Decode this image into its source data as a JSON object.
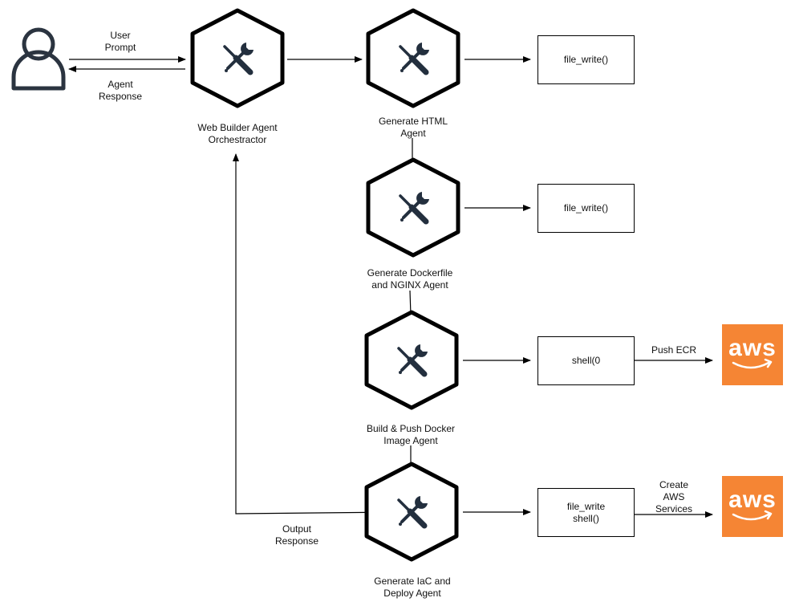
{
  "user": {
    "prompt_label": [
      "User",
      "Prompt"
    ],
    "response_label": [
      "Agent",
      "Response"
    ]
  },
  "agents": [
    {
      "id": "orchestrator",
      "label": [
        "Web Builder Agent",
        "Orchestractor"
      ]
    },
    {
      "id": "html",
      "label": [
        "Generate HTML",
        "Agent"
      ]
    },
    {
      "id": "dockerfile",
      "label": [
        "Generate Dockerfile",
        "and NGINX Agent"
      ]
    },
    {
      "id": "docker-push",
      "label": [
        "Build & Push Docker",
        "Image Agent"
      ]
    },
    {
      "id": "iac",
      "label": [
        "Generate IaC and",
        "Deploy Agent"
      ]
    }
  ],
  "tools": [
    {
      "lines": [
        "file_write()"
      ]
    },
    {
      "lines": [
        "file_write()"
      ]
    },
    {
      "lines": [
        "shell(0"
      ]
    },
    {
      "lines": [
        "file_write",
        "shell()"
      ]
    }
  ],
  "edges": {
    "push_ecr": [
      "Push ECR"
    ],
    "create_aws": [
      "Create",
      "AWS",
      "Services"
    ],
    "output_response": [
      "Output",
      "Response"
    ]
  },
  "aws_logo": {
    "text": "aws",
    "color": "#F58534"
  },
  "icon_color": "#232F3E"
}
